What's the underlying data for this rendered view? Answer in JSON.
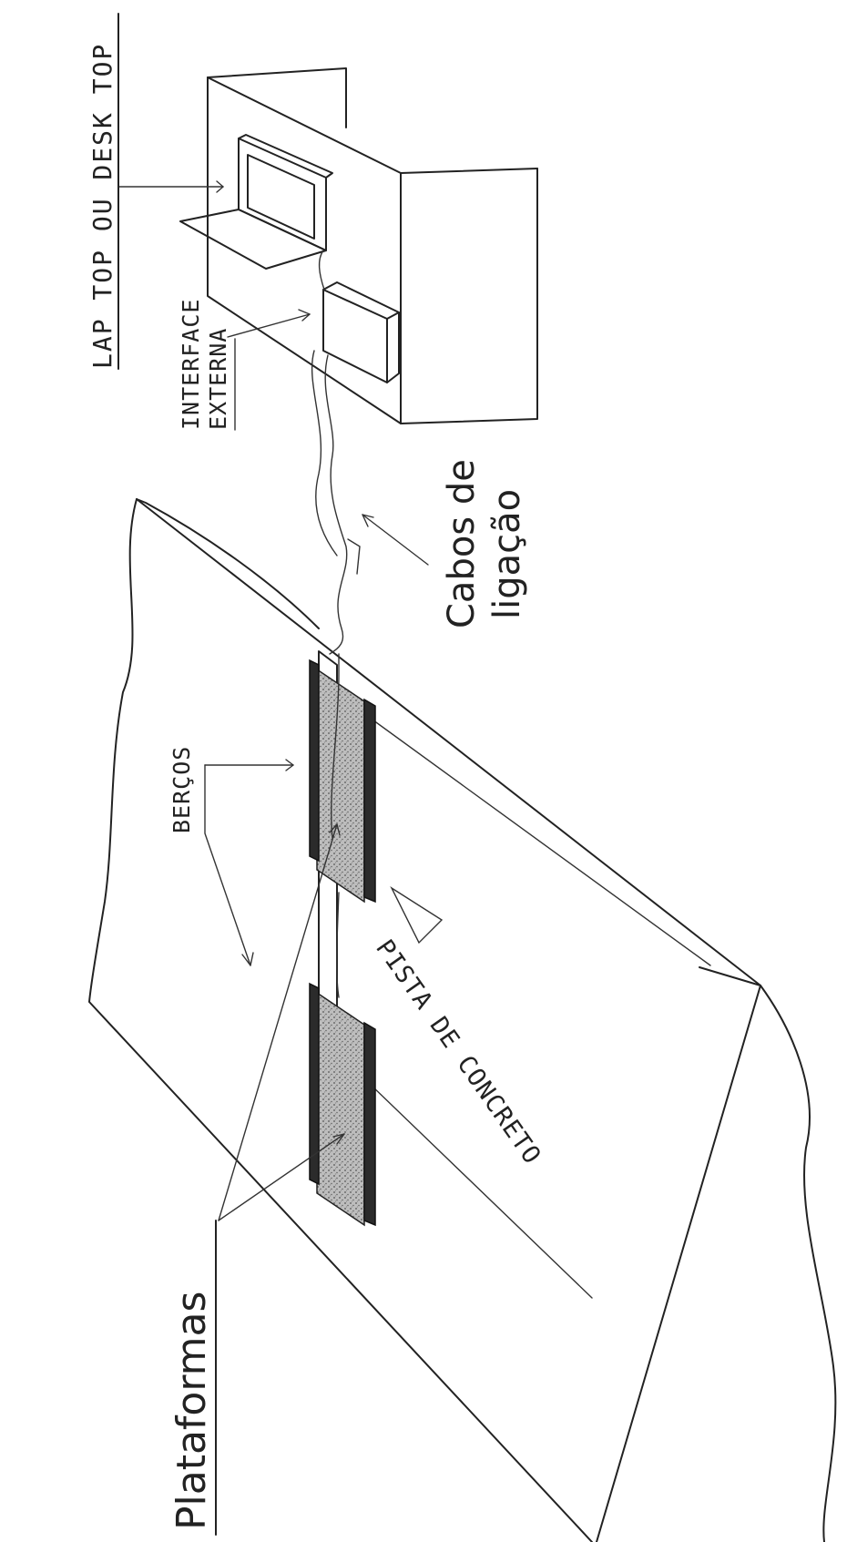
{
  "labels": {
    "computer": "LAP TOP OU DESK TOP",
    "interface_line1": "INTERFACE",
    "interface_line2": "EXTERNA",
    "cables_line1": "Cabos de",
    "cables_line2": "ligação",
    "bercos": "BERÇOS",
    "pista": "PISTA DE CONCRETO",
    "plataformas": "Plataformas"
  }
}
